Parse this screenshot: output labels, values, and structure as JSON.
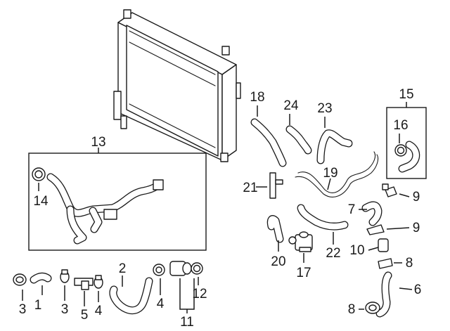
{
  "diagram": {
    "callouts": [
      {
        "id": "c1",
        "text": "1"
      },
      {
        "id": "c2",
        "text": "2"
      },
      {
        "id": "c3a",
        "text": "3"
      },
      {
        "id": "c3b",
        "text": "3"
      },
      {
        "id": "c4a",
        "text": "4"
      },
      {
        "id": "c4b",
        "text": "4"
      },
      {
        "id": "c5",
        "text": "5"
      },
      {
        "id": "c6",
        "text": "6"
      },
      {
        "id": "c7",
        "text": "7"
      },
      {
        "id": "c8a",
        "text": "8"
      },
      {
        "id": "c8b",
        "text": "8"
      },
      {
        "id": "c9a",
        "text": "9"
      },
      {
        "id": "c9b",
        "text": "9"
      },
      {
        "id": "c10",
        "text": "10"
      },
      {
        "id": "c11",
        "text": "11"
      },
      {
        "id": "c12",
        "text": "12"
      },
      {
        "id": "c13",
        "text": "13"
      },
      {
        "id": "c14",
        "text": "14"
      },
      {
        "id": "c15",
        "text": "15"
      },
      {
        "id": "c16",
        "text": "16"
      },
      {
        "id": "c17",
        "text": "17"
      },
      {
        "id": "c18",
        "text": "18"
      },
      {
        "id": "c19",
        "text": "19"
      },
      {
        "id": "c20",
        "text": "20"
      },
      {
        "id": "c21",
        "text": "21"
      },
      {
        "id": "c22",
        "text": "22"
      },
      {
        "id": "c23",
        "text": "23"
      },
      {
        "id": "c24",
        "text": "24"
      }
    ]
  }
}
